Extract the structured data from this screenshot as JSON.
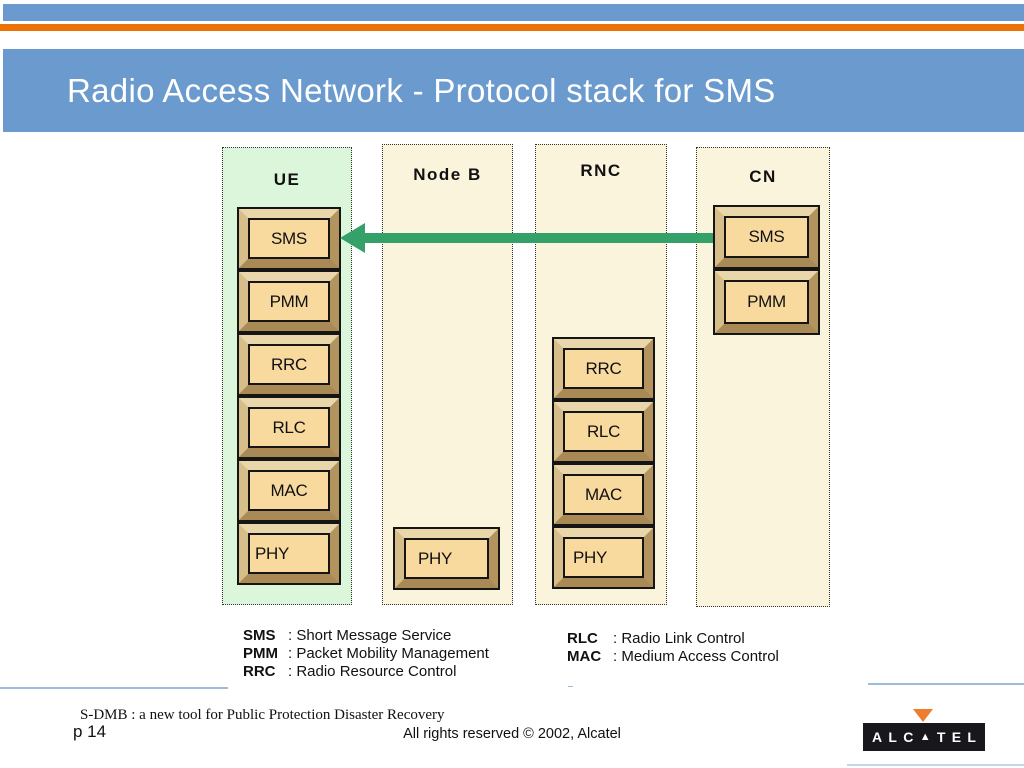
{
  "header": {
    "title": "Radio Access Network - Protocol stack for SMS"
  },
  "diagram": {
    "columns": [
      {
        "label": "UE",
        "boxes": [
          "SMS",
          "PMM",
          "RRC",
          "RLC",
          "MAC",
          "PHY"
        ]
      },
      {
        "label": "Node B",
        "boxes": [
          "PHY"
        ]
      },
      {
        "label": "RNC",
        "boxes": [
          "RRC",
          "RLC",
          "MAC",
          "PHY"
        ]
      },
      {
        "label": "CN",
        "boxes": [
          "SMS",
          "PMM"
        ]
      }
    ],
    "arrow": {
      "from": "CN SMS",
      "to": "UE SMS",
      "direction": "left",
      "color": "#34a169"
    }
  },
  "legend": {
    "left": [
      {
        "abbr": "SMS",
        "desc": ": Short Message Service"
      },
      {
        "abbr": "PMM",
        "desc": ": Packet Mobility Management"
      },
      {
        "abbr": "RRC",
        "desc": ": Radio Resource Control"
      }
    ],
    "right": [
      {
        "abbr": "RLC",
        "desc": ": Radio Link Control"
      },
      {
        "abbr": "MAC",
        "desc": ": Medium Access Control"
      }
    ]
  },
  "footer": {
    "note": "S-DMB : a new tool for Public Protection Disaster Recovery",
    "page": "p 14",
    "copyright": "All rights reserved © 2002, Alcatel",
    "logo": {
      "name": "ALCATEL",
      "letters": [
        "A",
        "L",
        "C",
        "▲",
        "T",
        "E",
        "L"
      ]
    }
  },
  "colors": {
    "band_blue": "#6b9ace",
    "accent_orange": "#ee7106",
    "panel_green": "#dcf6dc",
    "panel_cream": "#fbf4dc",
    "box_face": "#f8d99e",
    "arrow_green": "#34a169",
    "logo_orange": "#ee7d2e"
  }
}
